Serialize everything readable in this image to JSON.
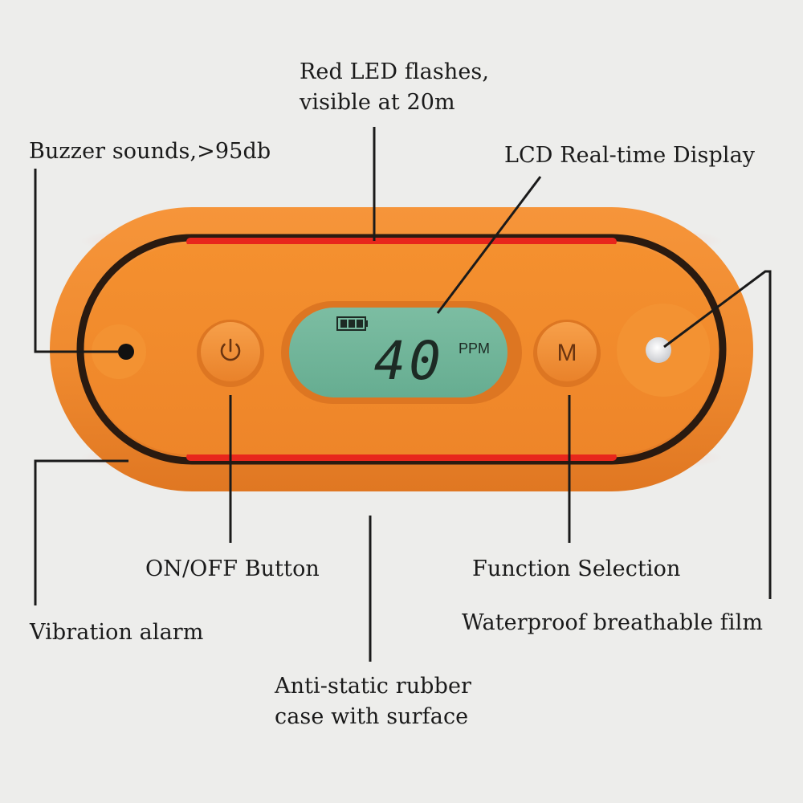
{
  "callouts": {
    "led": {
      "line1": "Red LED flashes,",
      "line2": "visible at 20m"
    },
    "buzzer": "Buzzer sounds,>95db",
    "lcd": "LCD Real-time Display",
    "on_off": "ON/OFF Button",
    "function": "Function Selection",
    "vibration": "Vibration alarm",
    "film": "Waterproof breathable film",
    "case": {
      "line1": "Anti-static rubber",
      "line2": "case with surface"
    }
  },
  "device": {
    "reading": "40",
    "unit": "PPM",
    "mode_button_label": "M",
    "power_icon": "power-icon",
    "battery_icon": "battery-full-icon",
    "battery_bars": 3,
    "colors": {
      "case": "#f08a2c",
      "led": "#e8261c",
      "lcd": "#6fb59a",
      "digits": "#1d2a24"
    }
  }
}
